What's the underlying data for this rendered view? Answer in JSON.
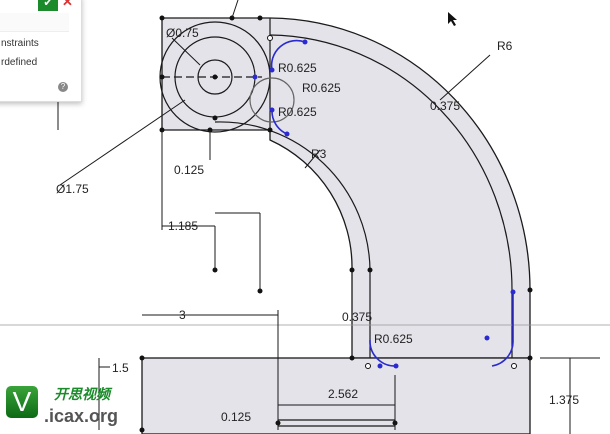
{
  "panel": {
    "confirm_icon": "check-icon",
    "cancel_icon": "close-icon",
    "items": [
      "nstraints",
      "rdefined"
    ],
    "help_icon": "help-icon",
    "help_label": "?"
  },
  "dimensions": {
    "dia_small": "Ø0.75",
    "dia_large": "Ø1.75",
    "r1": "R0.625",
    "r2": "R0.625",
    "r3": "R0.625",
    "r4": "R0.625",
    "r6": "R6",
    "r3_arc": "R3",
    "offset_top": "0.375",
    "offset_bottom": "0.375",
    "gap_top": "0.125",
    "gap_bottom": "0.125",
    "d1185": "1.185",
    "d3": "3",
    "d2562": "2.562",
    "d15": "1.5",
    "d1375": "1.375"
  },
  "watermark": {
    "logo_letter": "V",
    "cn": "开思视频",
    "url": ".icax.org"
  },
  "colors": {
    "fill": "#e3e3e9",
    "line": "#1a1a1a",
    "constraint": "#2a2ad0",
    "accent": "#1a8a2a"
  }
}
